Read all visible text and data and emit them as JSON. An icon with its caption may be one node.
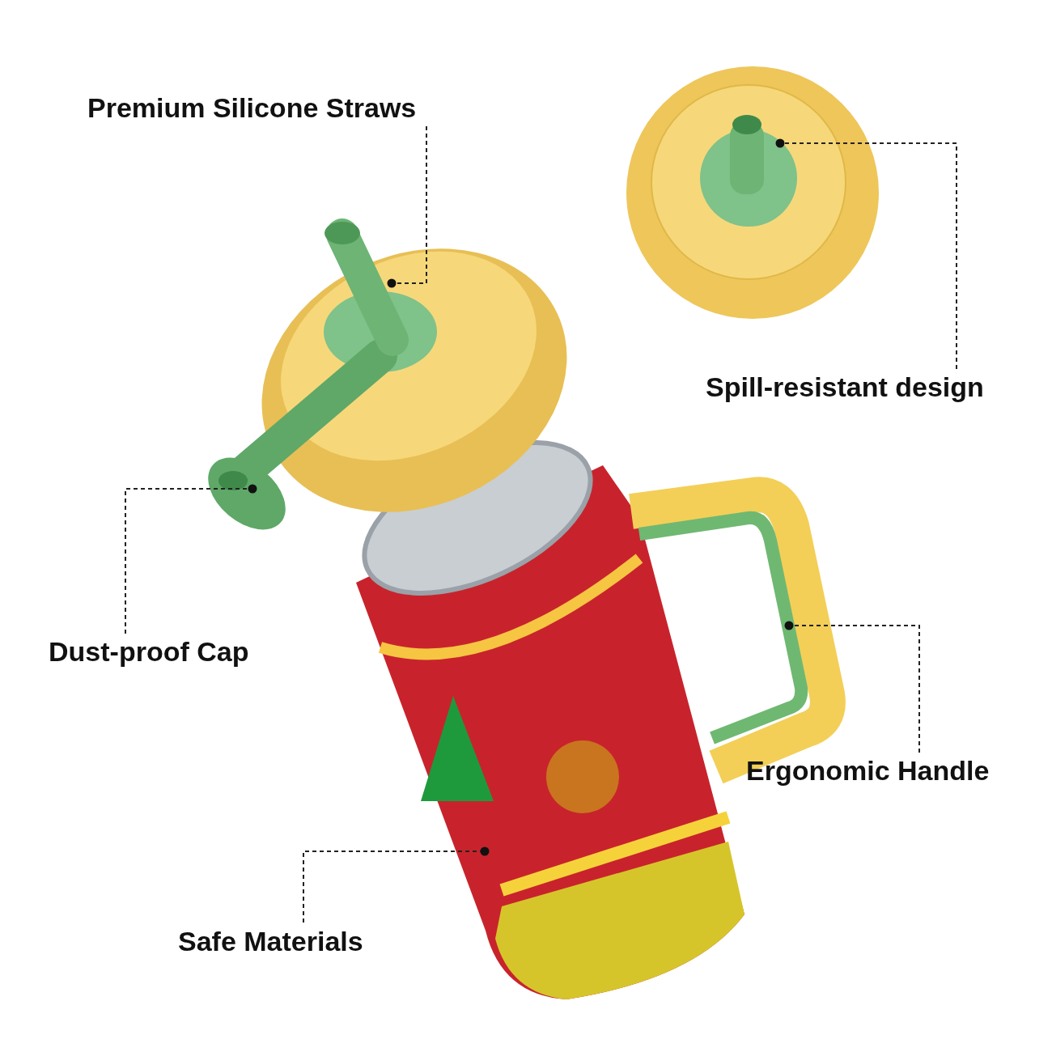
{
  "diagram": {
    "nodes": [
      {
        "text": [
          "Premium Silicone Straws"
        ]
      },
      {
        "text": [],
        "shape": "picture"
      },
      {
        "text": [
          "Spill-resistant design"
        ]
      },
      {
        "text": [],
        "shape": "picture"
      },
      {
        "text": [
          "Dust-proof Cap"
        ]
      },
      {
        "text": [],
        "shape": "picture"
      },
      {
        "text": [
          "Ergonomic Handle"
        ]
      },
      {
        "text": [],
        "shape": "picture"
      },
      {
        "text": [
          "Safe Materials"
        ]
      },
      {
        "text": [],
        "shape": "picture"
      }
    ],
    "edges": [
      {
        "from": 0,
        "to": 1,
        "arrow": "other",
        "style": "dashed"
      },
      {
        "from": 2,
        "to": 3,
        "arrow": "other",
        "style": "dashed"
      },
      {
        "from": 4,
        "to": 5,
        "arrow": "other",
        "style": "dashed"
      },
      {
        "from": 6,
        "to": 7,
        "arrow": "other",
        "style": "dashed"
      },
      {
        "from": 8,
        "to": 9,
        "arrow": "other",
        "style": "dashed"
      }
    ]
  }
}
